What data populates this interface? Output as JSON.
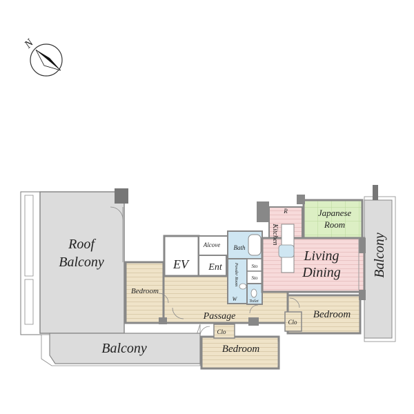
{
  "compass": {
    "north_label": "N",
    "icon": "compass-icon"
  },
  "rooms": {
    "roof_balcony_line1": "Roof",
    "roof_balcony_line2": "Balcony",
    "balcony_bottom": "Balcony",
    "balcony_right": "Balcony",
    "ev": "EV",
    "alcove": "Alcove",
    "ent": "Ent",
    "bedroom_left": "Bedroom",
    "passage": "Passage",
    "bath": "Bath",
    "powder_room": "Powder Room",
    "sto_1": "Sto",
    "sto_2": "Sto",
    "w": "W",
    "toilet": "Toilet",
    "kitchen": "Kitchen",
    "r": "R",
    "japanese_line1": "Japanese",
    "japanese_line2": "Room",
    "living_line1": "Living",
    "living_line2": "Dining",
    "bedroom_right": "Bedroom",
    "clo_right": "Clo",
    "clo_bottom": "Clo",
    "bedroom_bottom": "Bedroom"
  },
  "colors": {
    "wall": "#8a8a8a",
    "balcony": "#dcdcdc",
    "bedroom_floor": "#efe3c8",
    "living_floor": "#f6d8d8",
    "japanese_floor": "#d9ecc0",
    "wet_area": "#cfe6f2",
    "hall_floor": "#e9dbb9"
  }
}
